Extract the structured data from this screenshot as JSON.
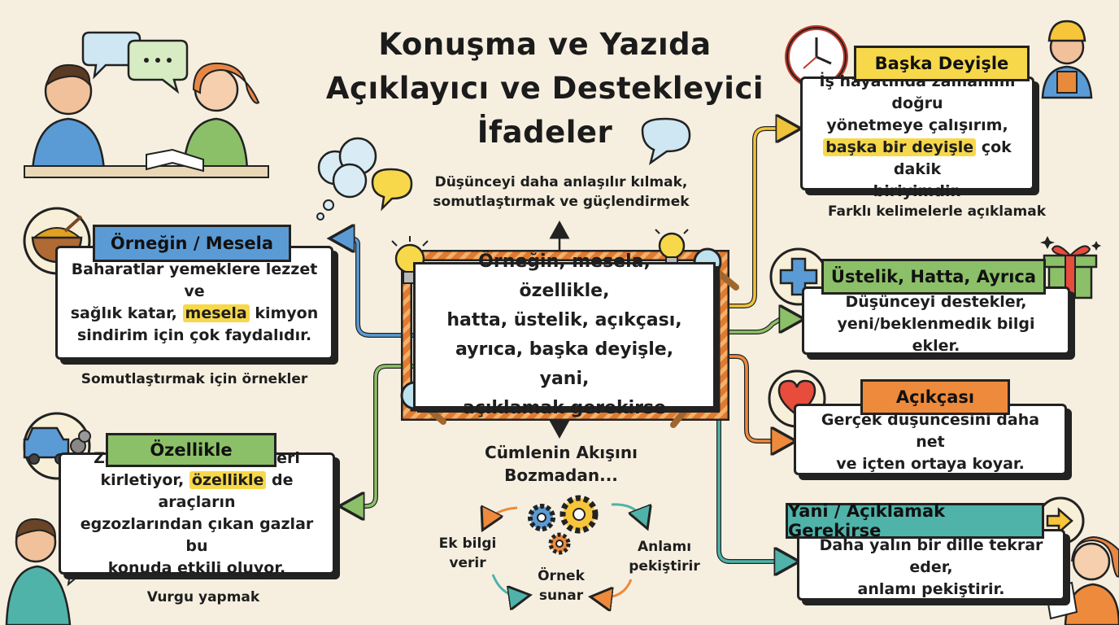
{
  "title": {
    "line1": "Konuşma ve Yazıda",
    "line2": "Açıklayıcı ve Destekleyici",
    "line3": "İfadeler"
  },
  "top_note": {
    "line1": "Düşünceyi daha anlaşılır kılmak,",
    "line2": "somutlaştırmak ve güçlendirmek"
  },
  "center": {
    "line1": "Örneğin, mesela, özellikle,",
    "line2": "hatta, üstelik, açıkçası,",
    "line3": "ayrıca, başka deyişle, yani,",
    "line4": "açıklamak gerekirse"
  },
  "flow": {
    "heading_line1": "Cümlenin Akışını",
    "heading_line2": "Bozmadan...",
    "left_line1": "Ek bilgi",
    "left_line2": "verir",
    "middle_line1": "Örnek",
    "middle_line2": "sunar",
    "right_line1": "Anlamı",
    "right_line2": "pekiştirir"
  },
  "cards": {
    "ornegin": {
      "label": "Örneğin / Mesela",
      "pre1": "Baharatlar yemeklere lezzet ve",
      "pre2": "sağlık katar, ",
      "highlight": "mesela",
      "post2": " kimyon",
      "line3": "sindirim için çok faydalıdır.",
      "caption": "Somutlaştırmak için örnekler"
    },
    "ozellikle": {
      "label": "Özellikle",
      "line1": "Zararlı gazlar atmosferi",
      "pre2": "kirletiyor, ",
      "highlight": "özellikle",
      "post2": " de araçların",
      "line3": "egzozlarından çıkan gazlar bu",
      "line4": "konuda etkili oluyor.",
      "caption": "Vurgu yapmak"
    },
    "baska": {
      "label": "Başka Deyişle",
      "line1": "İş hayatında zamanımı doğru",
      "line2": "yönetmeye çalışırım,",
      "highlight": "başka bir deyişle",
      "post3": " çok dakik",
      "line4": "biriyimdir.",
      "caption": "Farklı kelimelerle açıklamak"
    },
    "ustelik": {
      "label": "Üstelik, Hatta, Ayrıca",
      "line1": "Düşünceyi destekler,",
      "line2": "yeni/beklenmedik bilgi ekler."
    },
    "acikcasi": {
      "label": "Açıkçası",
      "line1": "Gerçek düşüncesini daha net",
      "line2": "ve içten ortaya koyar."
    },
    "yani": {
      "label": "Yani / Açıklamak Gerekirse",
      "line1": "Daha yalın bir dille tekrar eder,",
      "line2": "anlamı pekiştirir."
    }
  },
  "colors": {
    "background": "#f6efe0",
    "blue": "#5b9bd5",
    "green": "#8cc068",
    "yellow": "#f7d84a",
    "orange": "#ee8a3c",
    "teal": "#4fb3a9",
    "outline": "#222222"
  },
  "icons": [
    "speech-bubbles-icon",
    "people-talking-icon",
    "lightbulb-icon",
    "magnifier-icon",
    "clock-icon",
    "worker-icon",
    "plus-icon",
    "gift-icon",
    "heart-icon",
    "arrow-right-icon",
    "spice-bowl-icon",
    "car-exhaust-icon",
    "gears-icon",
    "thought-cloud-icon"
  ]
}
